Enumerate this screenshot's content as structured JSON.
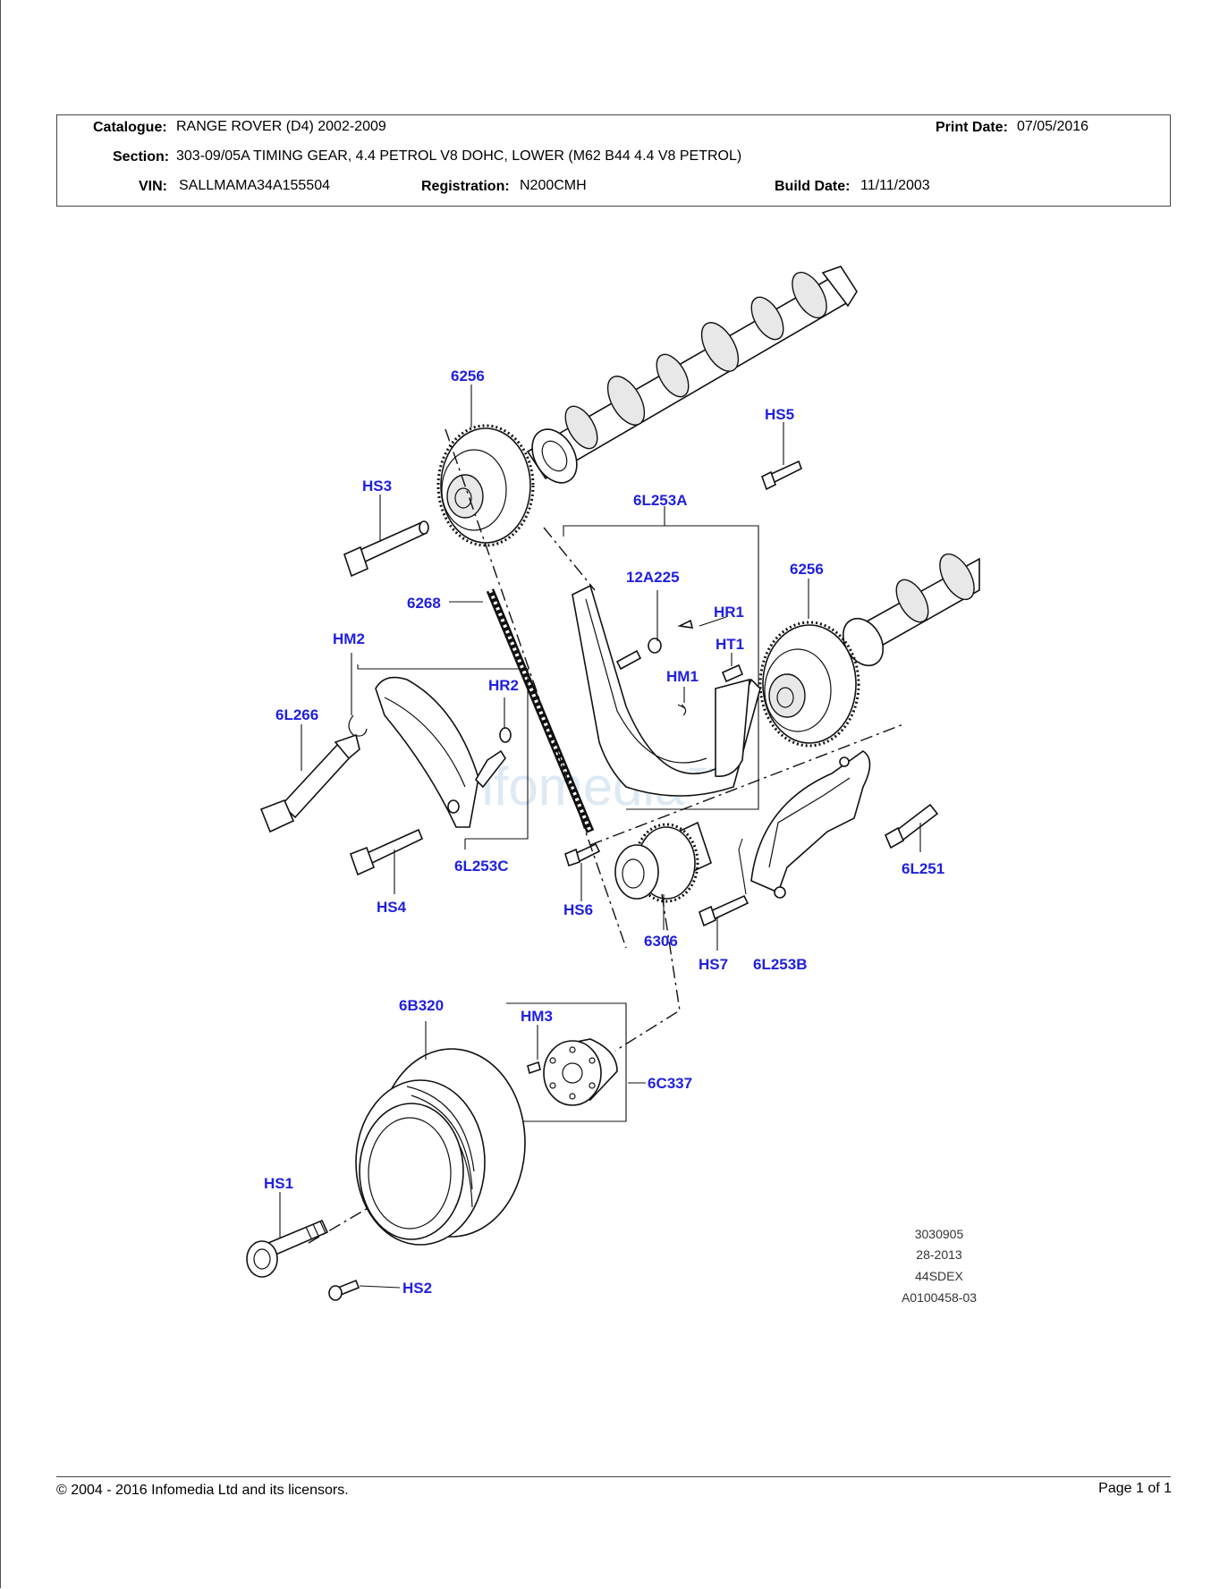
{
  "header": {
    "catalogue_label": "Catalogue:",
    "catalogue_value": "RANGE ROVER (D4) 2002-2009",
    "print_date_label": "Print Date:",
    "print_date_value": "07/05/2016",
    "section_label": "Section:",
    "section_value": "303-09/05A TIMING GEAR, 4.4 PETROL V8 DOHC, LOWER (M62 B44 4.4 V8 PETROL)",
    "vin_label": "VIN:",
    "vin_value": "SALLMAMA34A155504",
    "registration_label": "Registration:",
    "registration_value": "N200CMH",
    "build_date_label": "Build Date:",
    "build_date_value": "11/11/2003"
  },
  "diagram": {
    "callouts": {
      "c6256_top": "6256",
      "hs5": "HS5",
      "hs3": "HS3",
      "c6l253a": "6L253A",
      "c12a225": "12A225",
      "c6256_right": "6256",
      "hr1": "HR1",
      "c6268": "6268",
      "ht1": "HT1",
      "hm2": "HM2",
      "hm1": "HM1",
      "hr2": "HR2",
      "c6l266": "6L266",
      "c6l253c": "6L253C",
      "c6l251": "6L251",
      "hs4": "HS4",
      "hs6": "HS6",
      "c6306": "6306",
      "hs7": "HS7",
      "c6l253b": "6L253B",
      "c6b320": "6B320",
      "hm3": "HM3",
      "c6c337": "6C337",
      "hs1": "HS1",
      "hs2": "HS2"
    },
    "reference_codes": [
      "3030905",
      "28-2013",
      "44SDEX",
      "A0100458-03"
    ],
    "watermark": "infomedia™"
  },
  "footer": {
    "copyright": "© 2004 - 2016 Infomedia Ltd and its licensors.",
    "page_label": "Page 1 of 1"
  }
}
